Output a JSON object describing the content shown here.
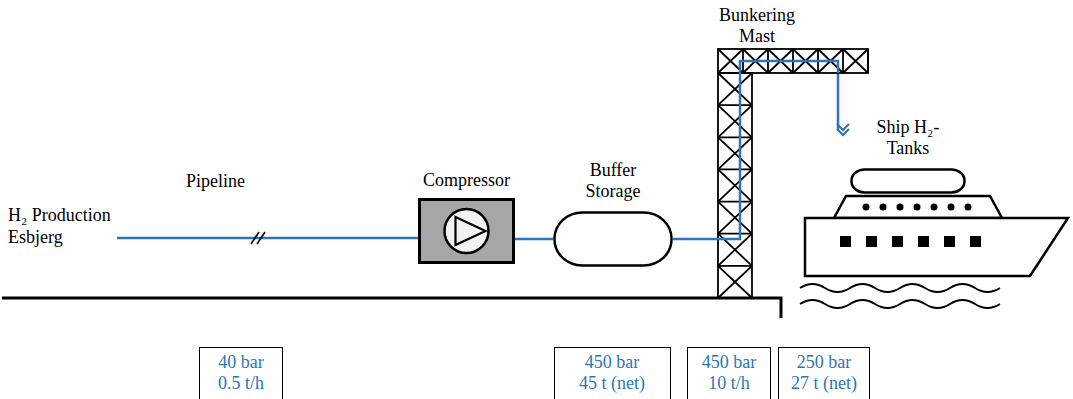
{
  "diagram": {
    "nodes": [
      {
        "text": [
          "Compressor"
        ]
      },
      {
        "text": [
          "Buffer Storage"
        ]
      },
      {
        "text": [
          "Bunkering Mast"
        ]
      },
      {
        "text": [
          "Ship H₂-Tanks"
        ]
      },
      {
        "text": [
          "40 bar 0.5 t/h"
        ]
      },
      {
        "text": [
          "450 bar 45 t (net)"
        ]
      },
      {
        "text": [
          "450 bar 10 t/h"
        ]
      },
      {
        "text": [
          "250 bar 27 t (net)"
        ]
      }
    ],
    "edges": [
      {
        "from": 0,
        "to": 1,
        "arrow": "none"
      },
      {
        "from": 1,
        "to": 2,
        "arrow": "none"
      },
      {
        "from": 2,
        "to": 3,
        "arrow": "to"
      }
    ],
    "labels": [
      "H₂ Production Esbjerg",
      "Pipeline"
    ]
  }
}
